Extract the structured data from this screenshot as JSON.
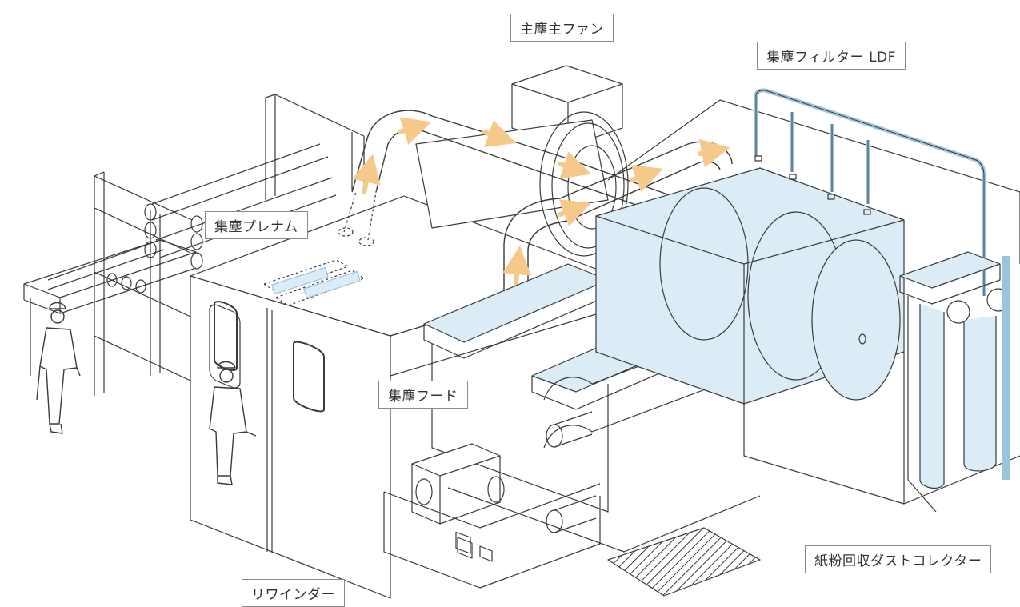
{
  "labels": {
    "main_fan": "主塵主ファン",
    "filter": "集塵フィルター LDF",
    "plenum": "集塵プレナム",
    "hood": "集塵フード",
    "collector": "紙粉回収ダストコレクター",
    "rewinder": "リワインダー"
  },
  "colors": {
    "line": "#3a3a3a",
    "accent_fill": "#dcecf7",
    "accent_stroke": "#9cc4de",
    "flow_arrow": "#f5c98a"
  }
}
